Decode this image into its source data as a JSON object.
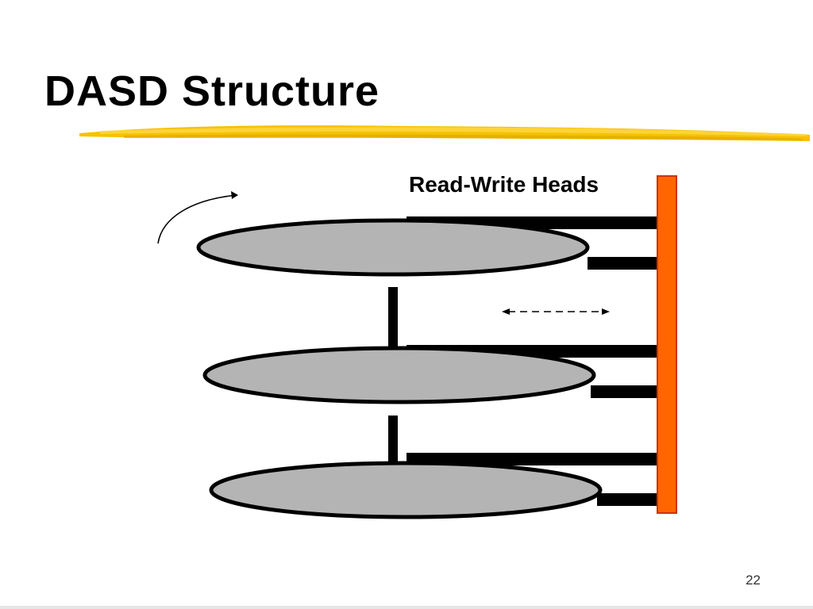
{
  "slide": {
    "title": "DASD Structure",
    "page_number": "22"
  },
  "diagram": {
    "heads_label": "Read-Write Heads",
    "platter_count": 3,
    "colors": {
      "platter_fill": "#b4b4b4",
      "platter_stroke": "#000000",
      "actuator_fill": "#ff6600",
      "actuator_stroke": "#cc3300",
      "arm": "#000000",
      "underline_main": "#f5c200",
      "underline_light": "#ffd84a"
    },
    "icons": {
      "rotation": "curved-arrow-icon",
      "seek_motion": "double-arrow-icon"
    }
  }
}
